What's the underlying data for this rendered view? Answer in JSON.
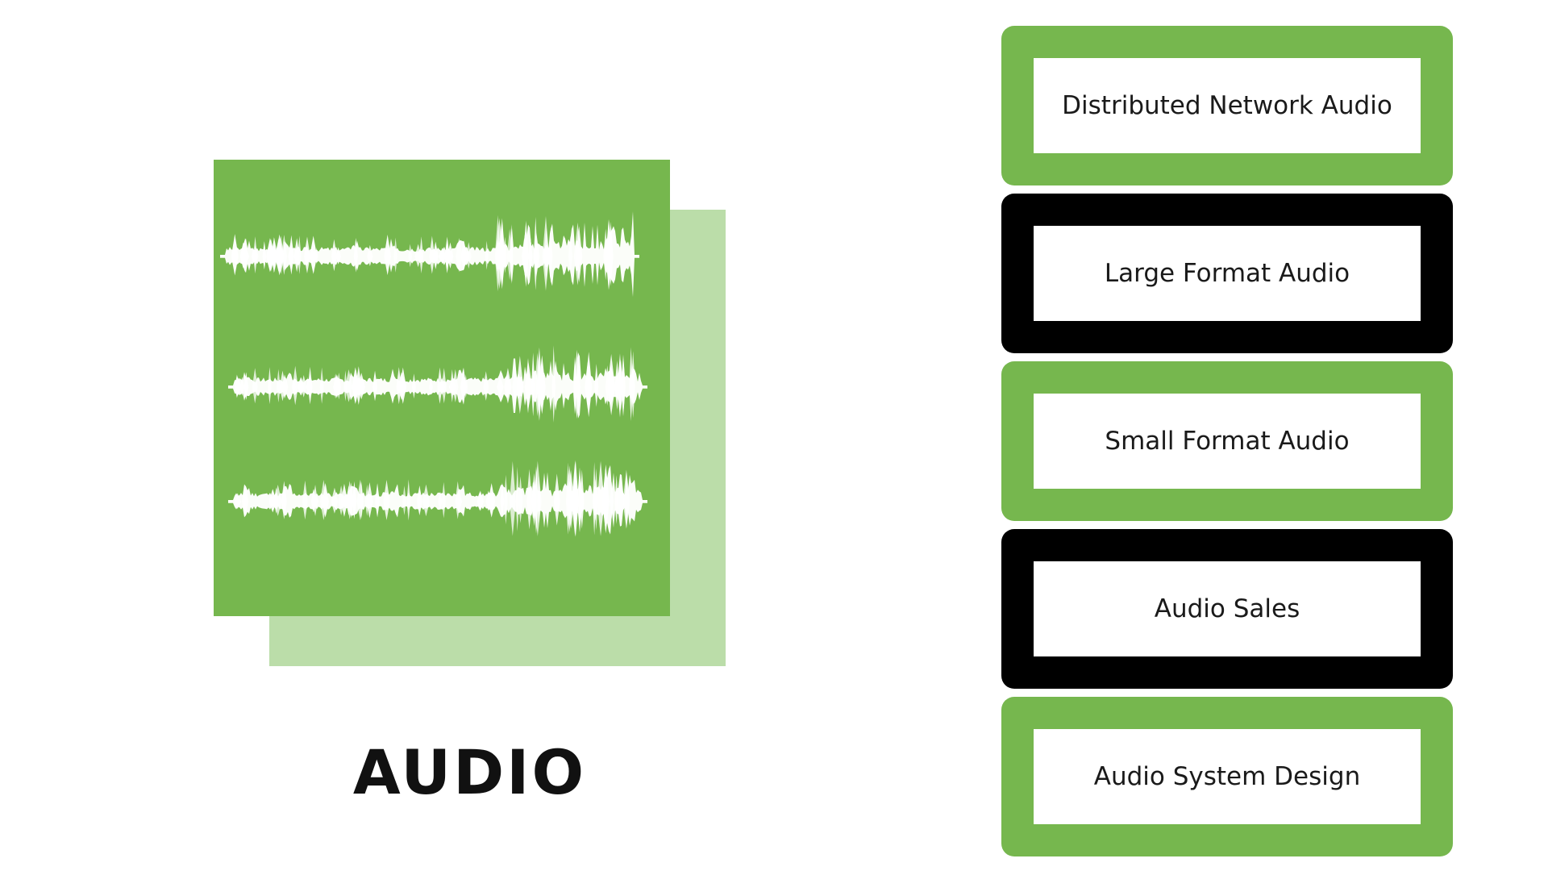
{
  "heading": "AUDIO",
  "colors": {
    "accent_green": "#76b74e",
    "light_green": "#bbdda9",
    "black": "#000000",
    "white": "#ffffff"
  },
  "illustration": {
    "icon": "audio-waveform-icon"
  },
  "services": [
    {
      "label": "Distributed Network Audio",
      "frame": "green"
    },
    {
      "label": "Large Format Audio",
      "frame": "black"
    },
    {
      "label": "Small Format Audio",
      "frame": "green"
    },
    {
      "label": "Audio Sales",
      "frame": "black"
    },
    {
      "label": "Audio System Design",
      "frame": "green"
    }
  ]
}
